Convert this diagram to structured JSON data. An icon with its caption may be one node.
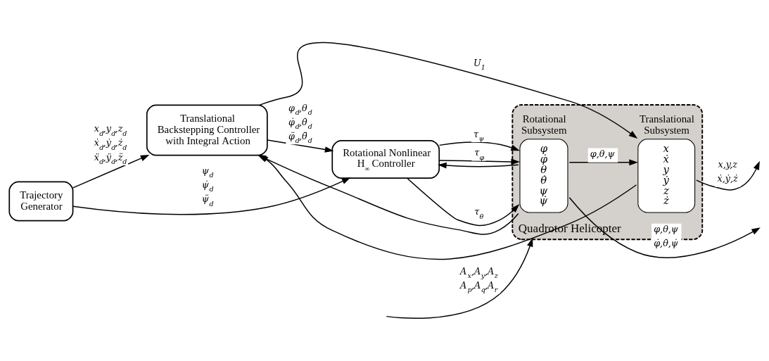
{
  "diagram": {
    "nodes": [
      {
        "text": [
          "Trajectory Generator"
        ]
      },
      {
        "text": [
          "Translational Backstepping Controller with Integral Action"
        ]
      },
      {
        "text": [
          "Rotational Nonlinear H$_{∞}$ Controller"
        ]
      },
      {
        "text": [
          "Quadrotor Helicopter"
        ]
      },
      {
        "text": [
          "Rotational Subsystem",
          "φ φ̇ θ θ̇ ψ ψ̇"
        ],
        "in": 3
      },
      {
        "text": [
          "Translational Subsystem",
          "x ẋ y ẏ z ż"
        ],
        "in": 3
      }
    ],
    "edges": [
      {
        "from": 0,
        "to": 1,
        "arrow": "to",
        "label": "x$_{d}$,y$_{d}$,z$_{d}$ ẋ$_{d}$,ẏ$_{d}$,ż$_{d}$ ẍ$_{d}$,ÿ$_{d}$,z̈$_{d}$"
      },
      {
        "from": 1,
        "to": 2,
        "arrow": "to",
        "label": "φ$_{d}$,θ$_{d}$ φ̇$_{d}$,θ̇$_{d}$ φ̈$_{d}$,θ̈$_{d}$"
      },
      {
        "from": 0,
        "to": 2,
        "arrow": "to",
        "label": "ψ$_{d}$ ψ̇$_{d}$ ψ̈$_{d}$"
      },
      {
        "from": 1,
        "to": 5,
        "arrow": "to",
        "label": "U$_{1}$"
      },
      {
        "from": 2,
        "to": 4,
        "arrow": "to",
        "label": "τ$_{φ}$"
      },
      {
        "from": 2,
        "to": 4,
        "arrow": "to",
        "label": "τ$_{θ}$"
      },
      {
        "from": 2,
        "to": 4,
        "arrow": "to",
        "label": "τ$_{ψ}$"
      },
      {
        "from": 4,
        "to": 5,
        "arrow": "to",
        "label": "φ,θ,ψ"
      },
      {
        "from": null,
        "to": 3,
        "arrow": "to",
        "label": "A$_{x}$,A$_{y}$,A$_{z}$ A$_{p}$,A$_{q}$,A$_{r}$"
      },
      {
        "from": 5,
        "to": null,
        "arrow": "to",
        "label": "x,y,z ẋ,ẏ,ż"
      },
      {
        "from": 5,
        "to": 1,
        "arrow": "to"
      },
      {
        "from": 4,
        "to": null,
        "arrow": "to",
        "label": "φ,θ,ψ φ̇,θ̇,ψ̇"
      },
      {
        "from": 4,
        "to": 1,
        "arrow": "to"
      },
      {
        "from": 4,
        "to": 2,
        "arrow": "to"
      }
    ]
  }
}
